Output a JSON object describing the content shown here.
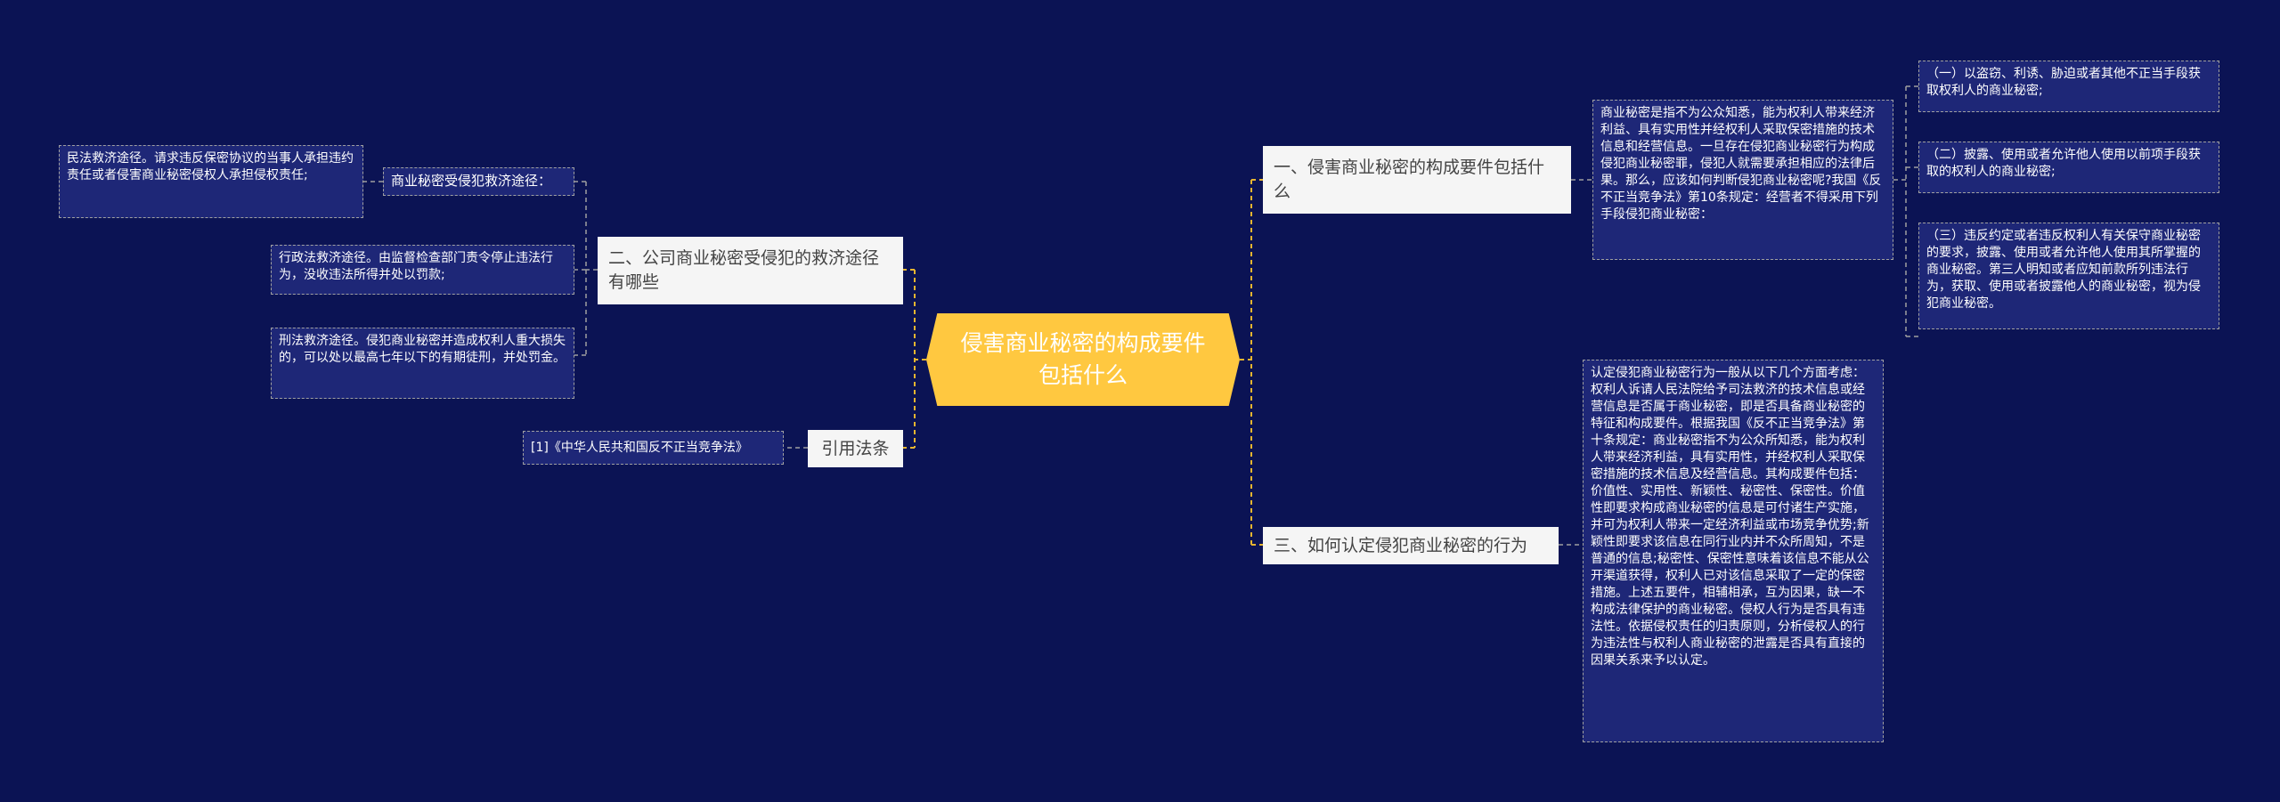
{
  "root": {
    "label": "侵害商业秘密的构成要件包括什么"
  },
  "colors": {
    "background": "#0b1354",
    "root": "#ffc840",
    "connector": "#e6b530",
    "leaf_border": "#a0a0a0"
  },
  "right": {
    "branch1": {
      "label": "一、侵害商业秘密的构成要件包括什么",
      "middle": "商业秘密是指不为公众知悉，能为权利人带来经济利益、具有实用性并经权利人采取保密措施的技术信息和经营信息。一旦存在侵犯商业秘密行为构成侵犯商业秘密罪，侵犯人就需要承担相应的法律后果。那么，应该如何判断侵犯商业秘密呢?我国《反不正当竞争法》第10条规定：经营者不得采用下列手段侵犯商业秘密：",
      "items": [
        "（一）以盗窃、利诱、胁迫或者其他不正当手段获取权利人的商业秘密;",
        "（二）披露、使用或者允许他人使用以前项手段获取的权利人的商业秘密;",
        "（三）违反约定或者违反权利人有关保守商业秘密的要求，披露、使用或者允许他人使用其所掌握的商业秘密。第三人明知或者应知前款所列违法行为，获取、使用或者披露他人的商业秘密，视为侵犯商业秘密。"
      ]
    },
    "branch3": {
      "label": "三、如何认定侵犯商业秘密的行为",
      "text": "认定侵犯商业秘密行为一般从以下几个方面考虑：权利人诉请人民法院给予司法救济的技术信息或经营信息是否属于商业秘密，即是否具备商业秘密的特征和构成要件。根据我国《反不正当竞争法》第十条规定：商业秘密指不为公众所知悉，能为权利人带来经济利益，具有实用性，并经权利人采取保密措施的技术信息及经营信息。其构成要件包括：价值性、实用性、新颖性、秘密性、保密性。价值性即要求构成商业秘密的信息是可付诸生产实施，并可为权利人带来一定经济利益或市场竞争优势;新颖性即要求该信息在同行业内并不众所周知，不是普通的信息;秘密性、保密性意味着该信息不能从公开渠道获得，权利人已对该信息采取了一定的保密措施。上述五要件，相辅相承，互为因果，缺一不构成法律保护的商业秘密。侵权人行为是否具有违法性。依据侵权责任的归责原则，分析侵权人的行为违法性与权利人商业秘密的泄露是否具有直接的因果关系来予以认定。"
    }
  },
  "left": {
    "branch2": {
      "label": "二、公司商业秘密受侵犯的救济途径有哪些",
      "civil_label": "商业秘密受侵犯救济途径：",
      "civil": "民法救济途径。请求违反保密协议的当事人承担违约责任或者侵害商业秘密侵权人承担侵权责任;",
      "admin": "行政法救济途径。由监督检查部门责令停止违法行为，没收违法所得并处以罚款;",
      "criminal": "刑法救济途径。侵犯商业秘密并造成权利人重大损失的，可以处以最高七年以下的有期徒刑，并处罚金。"
    },
    "cite": {
      "label": "引用法条",
      "item": "[1]《中华人民共和国反不正当竞争法》"
    }
  }
}
